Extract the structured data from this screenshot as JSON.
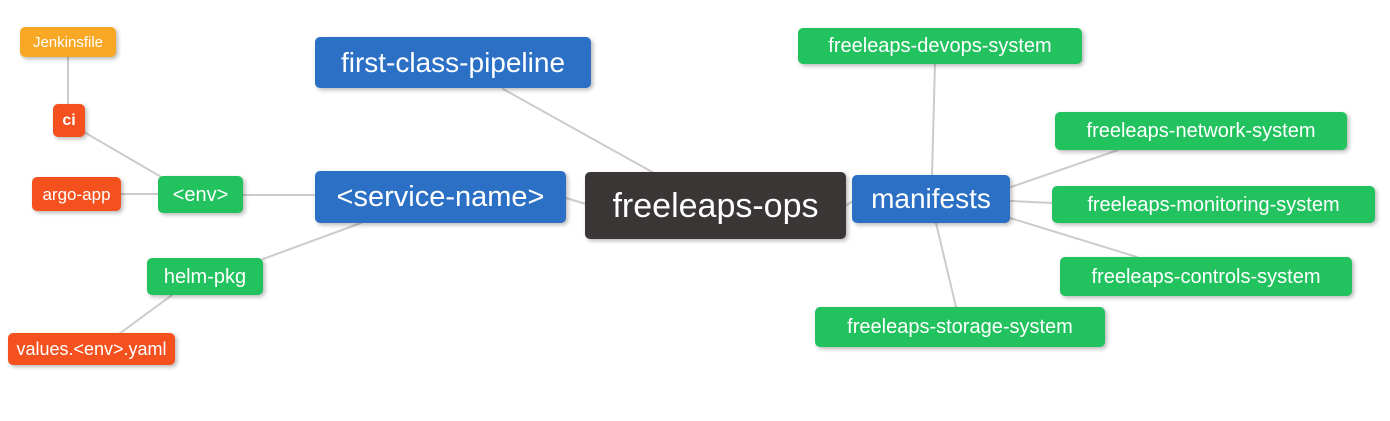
{
  "diagram": {
    "title": "freeleaps-ops repository structure mind map",
    "background_color": "#ffffff",
    "edge_color": "#cccccc",
    "palette": {
      "blue": "#2B70C5",
      "green": "#22C35F",
      "orange": "#F9A826",
      "red": "#F4511E",
      "dark": "#3A3636",
      "text": "#ffffff"
    },
    "nodes": [
      {
        "id": "jenkinsfile",
        "label": "Jenkinsfile",
        "color": "#F9A826"
      },
      {
        "id": "ci",
        "label": "ci",
        "color": "#F4511E"
      },
      {
        "id": "argo-app",
        "label": "argo-app",
        "color": "#F4511E"
      },
      {
        "id": "env",
        "label": "<env>",
        "color": "#22C35F"
      },
      {
        "id": "helm-pkg",
        "label": "helm-pkg",
        "color": "#22C35F"
      },
      {
        "id": "values-env-yaml",
        "label": "values.<env>.yaml",
        "color": "#F4511E"
      },
      {
        "id": "service-name",
        "label": "<service-name>",
        "color": "#2B70C5"
      },
      {
        "id": "first-class-pipeline",
        "label": "first-class-pipeline",
        "color": "#2B70C5"
      },
      {
        "id": "freeleaps-ops",
        "label": "freeleaps-ops",
        "color": "#3A3636"
      },
      {
        "id": "manifests",
        "label": "manifests",
        "color": "#2B70C5"
      },
      {
        "id": "devops-system",
        "label": "freeleaps-devops-system",
        "color": "#22C35F"
      },
      {
        "id": "network-system",
        "label": "freeleaps-network-system",
        "color": "#22C35F"
      },
      {
        "id": "monitoring-system",
        "label": "freeleaps-monitoring-system",
        "color": "#22C35F"
      },
      {
        "id": "controls-system",
        "label": "freeleaps-controls-system",
        "color": "#22C35F"
      },
      {
        "id": "storage-system",
        "label": "freeleaps-storage-system",
        "color": "#22C35F"
      }
    ],
    "edges": [
      {
        "from": "jenkinsfile",
        "to": "ci"
      },
      {
        "from": "ci",
        "to": "env"
      },
      {
        "from": "argo-app",
        "to": "env"
      },
      {
        "from": "env",
        "to": "service-name"
      },
      {
        "from": "helm-pkg",
        "to": "service-name"
      },
      {
        "from": "values-env-yaml",
        "to": "helm-pkg"
      },
      {
        "from": "service-name",
        "to": "freeleaps-ops"
      },
      {
        "from": "first-class-pipeline",
        "to": "freeleaps-ops"
      },
      {
        "from": "freeleaps-ops",
        "to": "manifests"
      },
      {
        "from": "manifests",
        "to": "devops-system"
      },
      {
        "from": "manifests",
        "to": "network-system"
      },
      {
        "from": "manifests",
        "to": "monitoring-system"
      },
      {
        "from": "manifests",
        "to": "controls-system"
      },
      {
        "from": "manifests",
        "to": "storage-system"
      }
    ]
  }
}
